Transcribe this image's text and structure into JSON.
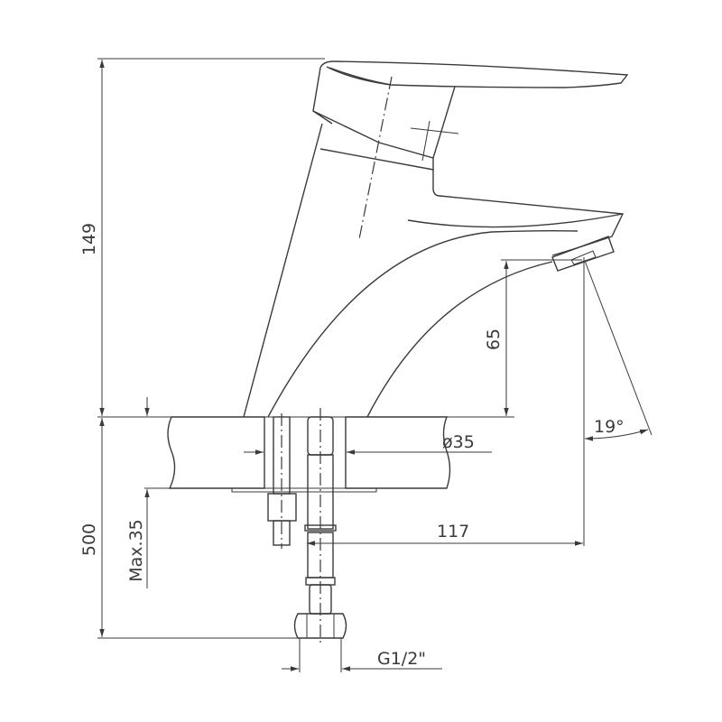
{
  "dimensions": {
    "total_height": "149",
    "spout_height": "65",
    "hose_length": "500",
    "max_deck_thickness": "Max.35",
    "hole_diameter": "ø35",
    "spout_reach": "117",
    "spout_angle": "19°",
    "thread": "G1/2\""
  },
  "colors": {
    "line": "#3a3a3a",
    "background": "#ffffff"
  }
}
